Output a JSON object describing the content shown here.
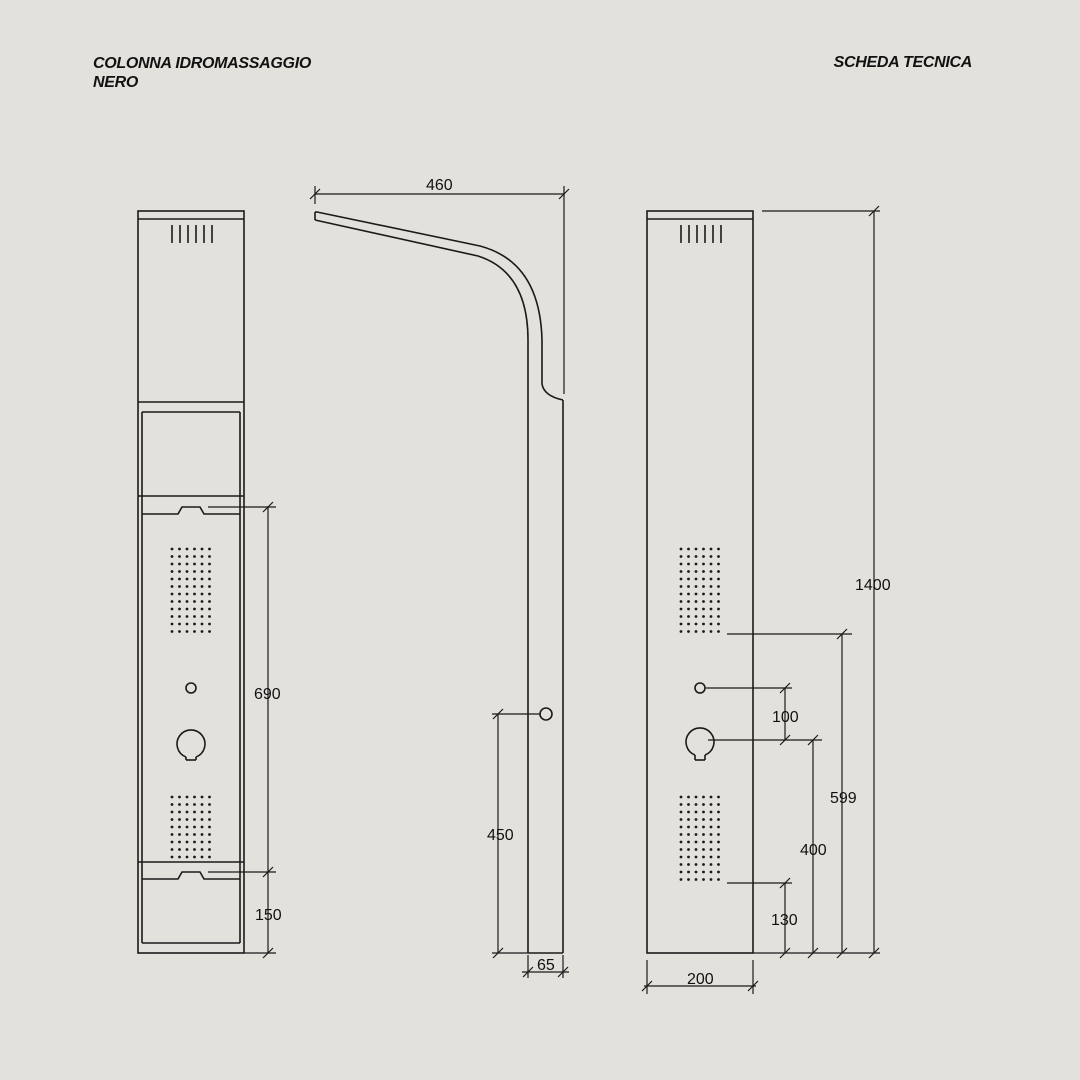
{
  "header": {
    "title_line1": "COLONNA IDROMASSAGGIO",
    "title_line2": "NERO",
    "subtitle": "SCHEDA TECNICA"
  },
  "dimensions": {
    "top_reach": "460",
    "front_height_jets": "690",
    "front_bottom": "150",
    "side_outlet_height": "450",
    "side_depth": "65",
    "total_height": "1400",
    "jet_to_mixer": "100",
    "jets_top_height": "599",
    "mixer_height": "400",
    "jets_bottom_height": "130",
    "width": "200"
  },
  "colors": {
    "background": "#e3e1db",
    "line": "#1a1a1a"
  }
}
